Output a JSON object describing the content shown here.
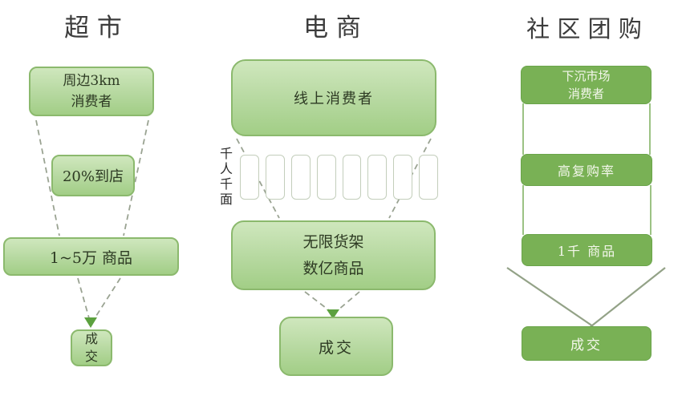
{
  "colors": {
    "light_box_top": "#cfe7bd",
    "light_box_bottom": "#a2ce86",
    "light_box_border": "#8bb96d",
    "light_box_text": "#2d3a23",
    "dark_box_fill": "#79b155",
    "dark_box_border": "#6aa44a",
    "dark_box_text": "#f4f7ec",
    "title_text": "#3c3c3c",
    "dashed_line": "#9aa392",
    "connector_line": "#84b266",
    "funnel_v_line": "#93a287",
    "arrow": "#5ca13f",
    "shelf_border": "#c3cebb"
  },
  "columns": {
    "supermarket": {
      "title": "超 市",
      "box_audience": "周边3km\n消费者",
      "box_conversion": "20%到店",
      "box_products": "1~5万 商品",
      "box_deal": "成\n交"
    },
    "ecommerce": {
      "title": "电 商",
      "box_audience": "线上消费者",
      "side_label": "千人千面",
      "shelf_count": 8,
      "box_products": "无限货架\n数亿商品",
      "box_deal": "成交"
    },
    "community": {
      "title": "社 区 团 购",
      "box_audience": "下沉市场\n消费者",
      "box_repurchase": "高复购率",
      "box_products": "1千 商品",
      "box_deal": "成交"
    }
  }
}
